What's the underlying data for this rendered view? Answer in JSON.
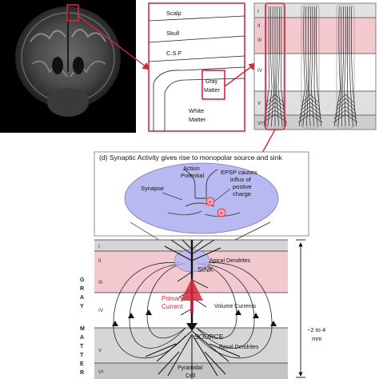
{
  "colors": {
    "accent_red": "#d7263d",
    "band_pink": "#f1c9cf",
    "band_gray": "#d6d6d6",
    "blob_blue": "#b9b9f2"
  },
  "panels": {
    "tissue": {
      "labels": [
        "Scalp",
        "Skull",
        "C.S.F"
      ],
      "gray_matter": [
        "Gray",
        "Matter"
      ],
      "white_matter": [
        "White",
        "Matter"
      ]
    },
    "columns": {
      "layers": [
        "I",
        "II",
        "III",
        "IV",
        "V",
        "VI"
      ]
    },
    "synapse": {
      "title": "(d) Synaptic Activity gives rise to monopolar source and sink",
      "action_potential": [
        "Action",
        "Potential"
      ],
      "epsp": [
        "EPSP causes",
        "influx of",
        "postive",
        "charge"
      ],
      "synapse_label": "Synapse",
      "charge_sign": "+"
    },
    "dipole": {
      "layers": [
        "I",
        "II",
        "III",
        "IV",
        "V",
        "VI"
      ],
      "gray_matter_vertical": [
        "G",
        "R",
        "A",
        "Y",
        "M",
        "A",
        "T",
        "T",
        "E",
        "R"
      ],
      "sink": "SINK",
      "source": "SOURCE",
      "apical": "Apical Dendrites",
      "basal": "Basal Dendrites",
      "primary_current": [
        "Primary",
        "Current"
      ],
      "volume_currents": "Volume Currents",
      "pyramidal": [
        "Pyramidal",
        "Cell"
      ],
      "thickness": [
        "~2 to 4",
        "mm"
      ]
    }
  }
}
